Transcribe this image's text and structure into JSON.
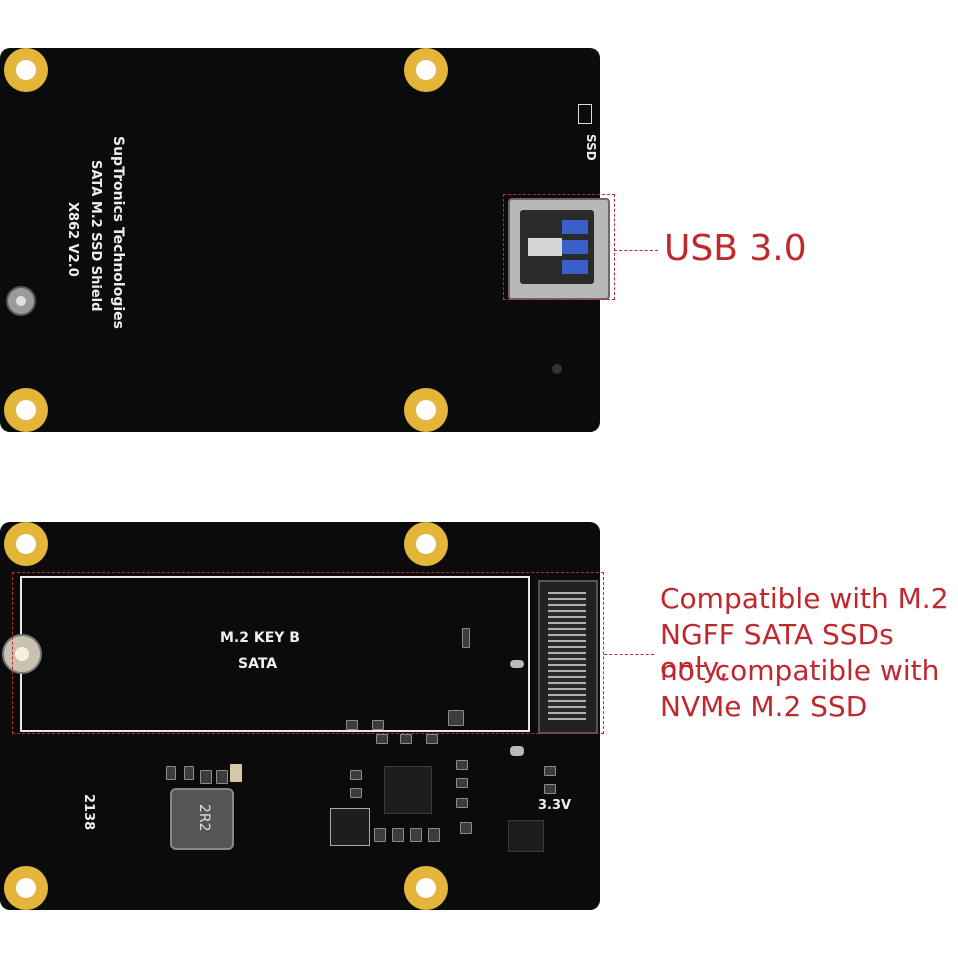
{
  "top_board": {
    "brand": "SupTronics Technologies",
    "product": "SATA M.2 SSD Shield",
    "model": "X862 V2.0",
    "led_label": "SSD"
  },
  "bottom_board": {
    "slot_title": "M.2 KEY B",
    "slot_subtitle": "SATA",
    "label_2r2": "2R2",
    "label_2138": "2138",
    "label_voltage": "3.3V"
  },
  "callouts": {
    "usb": "USB 3.0",
    "m2_line1": "Compatible with M.2",
    "m2_line2": "NGFF SATA SSDs only,",
    "m2_line3": "not compatible with",
    "m2_line4": "NVMe M.2 SSD"
  },
  "colors": {
    "board": "#0b0b0b",
    "mount_hole": "#e3b63a",
    "callout": "#c0282e"
  }
}
